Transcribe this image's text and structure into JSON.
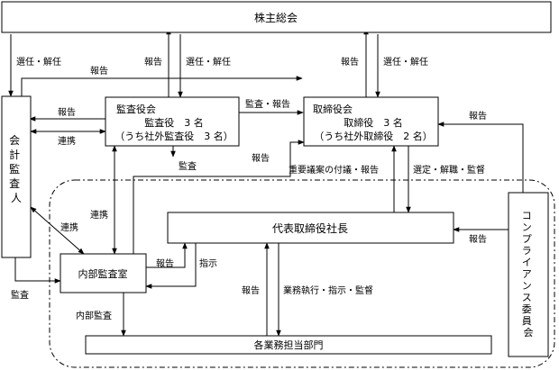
{
  "nodes": {
    "shareholders": "株主総会",
    "auditor": [
      "会",
      "計",
      "監",
      "査",
      "人"
    ],
    "audit_board": {
      "title": "監査役会",
      "line1": "監査役　3 名",
      "line2": "（うち社外監査役　3 名）"
    },
    "board": {
      "title": "取締役会",
      "line1": "取締役　3 名",
      "line2": "（うち社外取締役　2 名）"
    },
    "president": "代表取締役社長",
    "internal_audit": "内部監査室",
    "departments": "各業務担当部門",
    "compliance": [
      "コ",
      "ン",
      "プ",
      "ラ",
      "イ",
      "ア",
      "ン",
      "ス",
      "委",
      "員",
      "会"
    ]
  },
  "labels": {
    "elect_dismiss": "選任・解任",
    "report": "報告",
    "audit": "監査",
    "coordination": "連携",
    "audit_report": "監査・報告",
    "important_matters": "重要議案の付議・報告",
    "appoint_dismiss_supervise": "選定・解職・監督",
    "instruction": "指示",
    "execution": "業務執行・指示・監督",
    "internal_audit_action": "内部監査"
  }
}
